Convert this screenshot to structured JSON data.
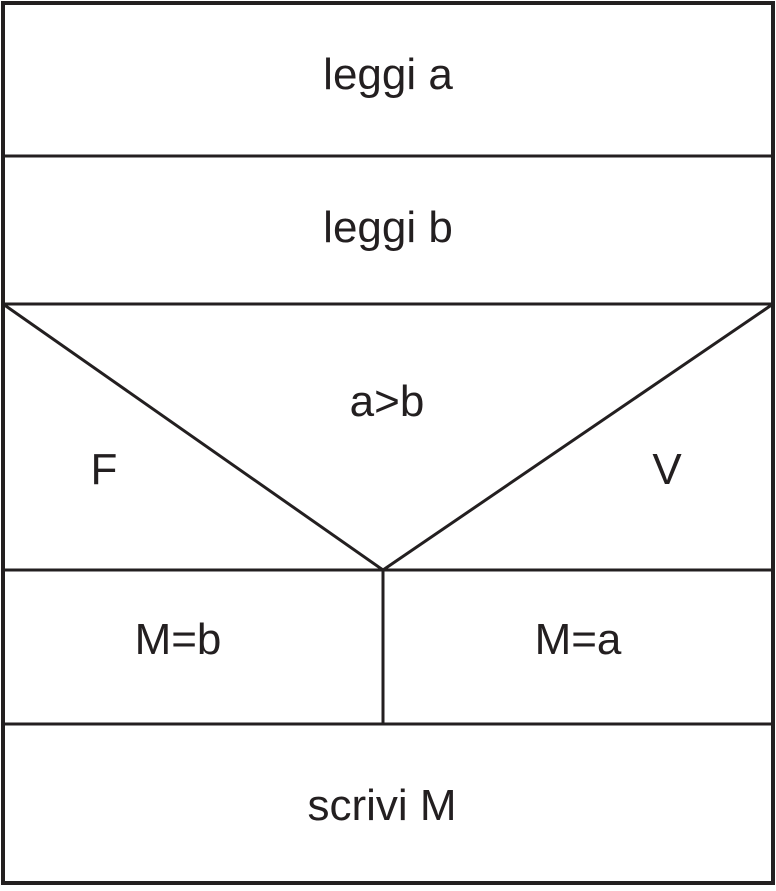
{
  "diagram": {
    "type": "nassi-shneiderman",
    "line_color": "#231f20",
    "steps": [
      {
        "label": "leggi a"
      },
      {
        "label": "leggi b"
      }
    ],
    "decision": {
      "condition": "a>b",
      "false_label": "F",
      "true_label": "V",
      "false_branch": {
        "label": "M=b"
      },
      "true_branch": {
        "label": "M=a"
      }
    },
    "final_step": {
      "label": "scrivi M"
    }
  }
}
